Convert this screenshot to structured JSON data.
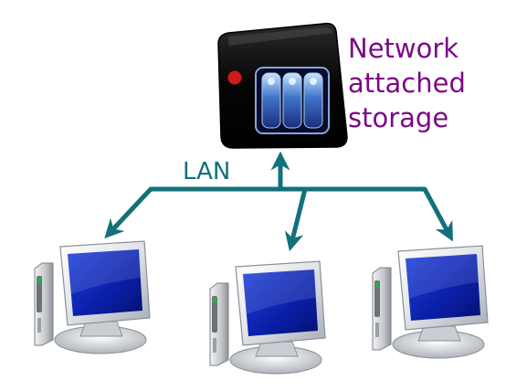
{
  "nas": {
    "label_lines": [
      "Network",
      "attached",
      "storage"
    ],
    "label_color": "#7a0a85"
  },
  "lan": {
    "label": "LAN",
    "color": "#12717a"
  },
  "computers": [
    {
      "name": "computer-left"
    },
    {
      "name": "computer-middle"
    },
    {
      "name": "computer-right"
    }
  ]
}
